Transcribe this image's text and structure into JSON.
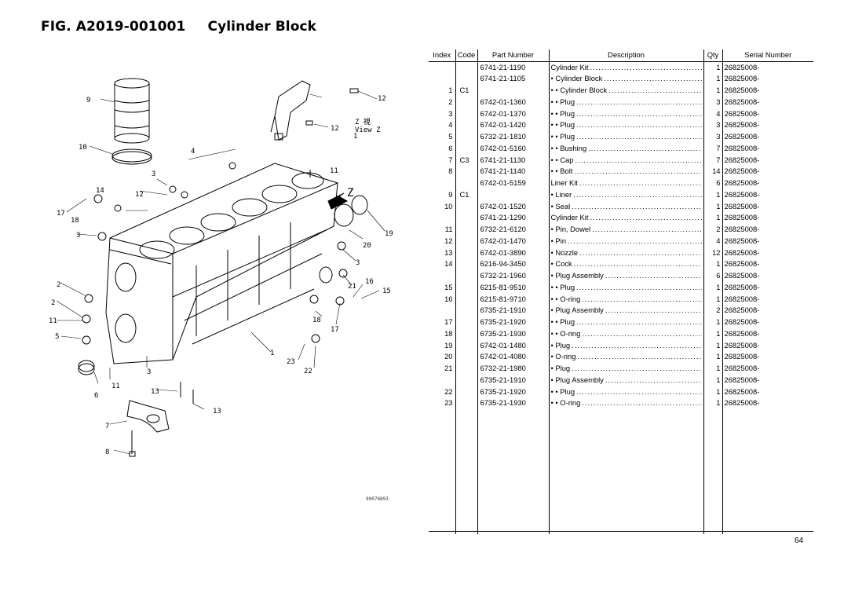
{
  "header": {
    "figure_no": "FIG. A2019-001001",
    "title": "Cylinder Block"
  },
  "diagram": {
    "image_code": "90076893",
    "view_label_jp": "Z 視",
    "view_label": "View Z",
    "arrow_label": "Z",
    "callouts": [
      "9",
      "10",
      "4",
      "3",
      "11",
      "12",
      "14",
      "17",
      "18",
      "3",
      "2",
      "2",
      "11",
      "5",
      "6",
      "11",
      "3",
      "13",
      "13",
      "7",
      "8",
      "1",
      "12",
      "12",
      "1",
      "20",
      "19",
      "3",
      "21",
      "16",
      "15",
      "17",
      "18",
      "23",
      "22"
    ]
  },
  "table": {
    "columns": [
      "Index",
      "Code",
      "Part Number",
      "Description",
      "Qty",
      "Serial Number"
    ],
    "rows": [
      {
        "index": "",
        "code": "",
        "part": "6741-21-1190",
        "desc": "Cylinder Kit",
        "qty": "1",
        "serial": "26825008-"
      },
      {
        "index": "",
        "code": "",
        "part": "6741-21-1105",
        "desc": "• Cylinder Block",
        "qty": "1",
        "serial": "26825008-"
      },
      {
        "index": "1",
        "code": "C1",
        "part": "",
        "desc": "• • Cylinder Block",
        "qty": "1",
        "serial": "26825008-"
      },
      {
        "index": "2",
        "code": "",
        "part": "6742-01-1360",
        "desc": "• • Plug",
        "qty": "3",
        "serial": "26825008-"
      },
      {
        "index": "3",
        "code": "",
        "part": "6742-01-1370",
        "desc": "• • Plug",
        "qty": "4",
        "serial": "26825008-"
      },
      {
        "index": "4",
        "code": "",
        "part": "6742-01-1420",
        "desc": "• • Plug",
        "qty": "3",
        "serial": "26825008-"
      },
      {
        "index": "5",
        "code": "",
        "part": "6732-21-1810",
        "desc": "• • Plug",
        "qty": "3",
        "serial": "26825008-"
      },
      {
        "index": "6",
        "code": "",
        "part": "6742-01-5160",
        "desc": "• • Bushing",
        "qty": "7",
        "serial": "26825008-"
      },
      {
        "index": "7",
        "code": "C3",
        "part": "6741-21-1130",
        "desc": "• • Cap",
        "qty": "7",
        "serial": "26825008-"
      },
      {
        "index": "8",
        "code": "",
        "part": "6741-21-1140",
        "desc": "• • Bolt",
        "qty": "14",
        "serial": "26825008-"
      },
      {
        "index": "",
        "code": "",
        "part": "6742-01-5159",
        "desc": "Liner Kit",
        "qty": "6",
        "serial": "26825008-"
      },
      {
        "index": "9",
        "code": "C1",
        "part": "",
        "desc": "• Liner",
        "qty": "1",
        "serial": "26825008-"
      },
      {
        "index": "10",
        "code": "",
        "part": "6742-01-1520",
        "desc": "• Seal",
        "qty": "1",
        "serial": "26825008-"
      },
      {
        "index": "",
        "code": "",
        "part": "6741-21-1290",
        "desc": "Cylinder Kit",
        "qty": "1",
        "serial": "26825008-"
      },
      {
        "index": "11",
        "code": "",
        "part": "6732-21-6120",
        "desc": "• Pin, Dowel",
        "qty": "2",
        "serial": "26825008-"
      },
      {
        "index": "12",
        "code": "",
        "part": "6742-01-1470",
        "desc": "• Pin",
        "qty": "4",
        "serial": "26825008-"
      },
      {
        "index": "13",
        "code": "",
        "part": "6742-01-3890",
        "desc": "• Nozzle",
        "qty": "12",
        "serial": "26825008-"
      },
      {
        "index": "14",
        "code": "",
        "part": "6216-94-3450",
        "desc": "• Cock",
        "qty": "1",
        "serial": "26825008-"
      },
      {
        "index": "",
        "code": "",
        "part": "6732-21-1960",
        "desc": "• Plug Assembly",
        "qty": "6",
        "serial": "26825008-"
      },
      {
        "index": "15",
        "code": "",
        "part": "6215-81-9510",
        "desc": "• • Plug",
        "qty": "1",
        "serial": "26825008-"
      },
      {
        "index": "16",
        "code": "",
        "part": "6215-81-9710",
        "desc": "• • O-ring",
        "qty": "1",
        "serial": "26825008-"
      },
      {
        "index": "",
        "code": "",
        "part": "6735-21-1910",
        "desc": "• Plug Assembly",
        "qty": "2",
        "serial": "26825008-"
      },
      {
        "index": "17",
        "code": "",
        "part": "6735-21-1920",
        "desc": "• • Plug",
        "qty": "1",
        "serial": "26825008-"
      },
      {
        "index": "18",
        "code": "",
        "part": "6735-21-1930",
        "desc": "• • O-ring",
        "qty": "1",
        "serial": "26825008-"
      },
      {
        "index": "19",
        "code": "",
        "part": "6742-01-1480",
        "desc": "• Plug",
        "qty": "1",
        "serial": "26825008-"
      },
      {
        "index": "20",
        "code": "",
        "part": "6742-01-4080",
        "desc": "• O-ring",
        "qty": "1",
        "serial": "26825008-"
      },
      {
        "index": "21",
        "code": "",
        "part": "6732-21-1980",
        "desc": "• Plug",
        "qty": "1",
        "serial": "26825008-"
      },
      {
        "index": "",
        "code": "",
        "part": "6735-21-1910",
        "desc": "• Plug Assembly",
        "qty": "1",
        "serial": "26825008-"
      },
      {
        "index": "22",
        "code": "",
        "part": "6735-21-1920",
        "desc": "• • Plug",
        "qty": "1",
        "serial": "26825008-"
      },
      {
        "index": "23",
        "code": "",
        "part": "6735-21-1930",
        "desc": "• • O-ring",
        "qty": "1",
        "serial": "26825008-"
      }
    ]
  },
  "footer": {
    "page_number": "64"
  }
}
